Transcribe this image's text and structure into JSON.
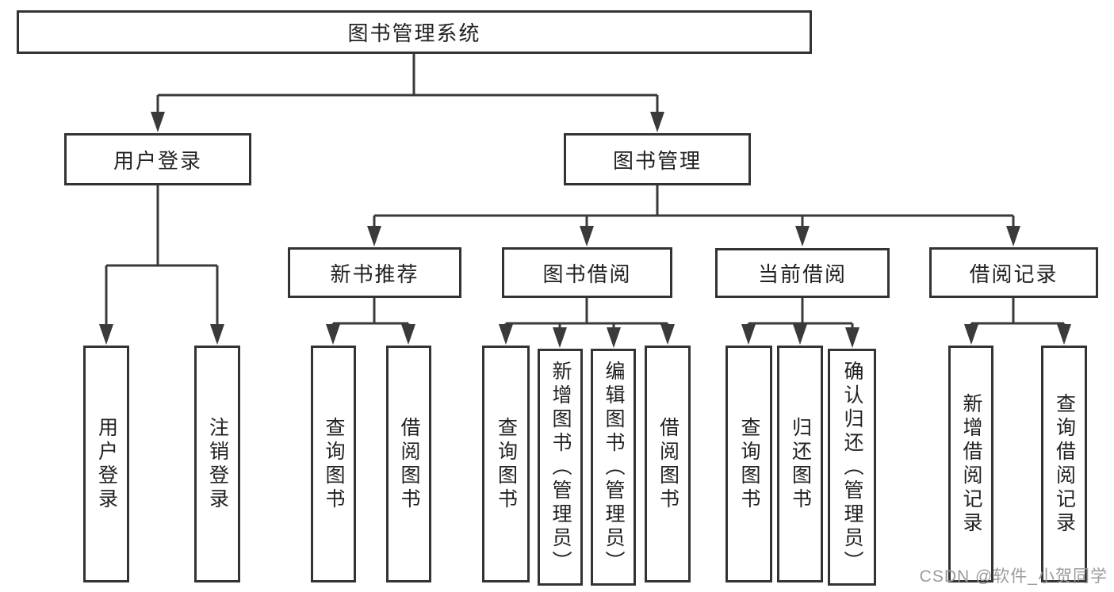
{
  "diagram_title": "图书管理系统",
  "tree": {
    "root": {
      "label": "图书管理系统",
      "children": [
        {
          "label": "用户登录",
          "children": [
            {
              "label": "用户登录"
            },
            {
              "label": "注销登录"
            }
          ]
        },
        {
          "label": "图书管理",
          "children": [
            {
              "label": "新书推荐",
              "children": [
                {
                  "label": "查询图书"
                },
                {
                  "label": "借阅图书"
                }
              ]
            },
            {
              "label": "图书借阅",
              "children": [
                {
                  "label": "查询图书"
                },
                {
                  "label": "新增图书（管理员）"
                },
                {
                  "label": "编辑图书（管理员）"
                },
                {
                  "label": "借阅图书"
                }
              ]
            },
            {
              "label": "当前借阅",
              "children": [
                {
                  "label": "查询图书"
                },
                {
                  "label": "归还图书"
                },
                {
                  "label": "确认归还（管理员）"
                }
              ]
            },
            {
              "label": "借阅记录",
              "children": [
                {
                  "label": "新增借阅记录"
                },
                {
                  "label": "查询借阅记录"
                }
              ]
            }
          ]
        }
      ]
    }
  },
  "watermark": {
    "text": "CSDN @软件_小贺同学",
    "color": "#9b9b9b"
  },
  "colors": {
    "line": "#3a3a3a",
    "box_border": "#333333",
    "text": "#212121",
    "background": "#ffffff"
  }
}
